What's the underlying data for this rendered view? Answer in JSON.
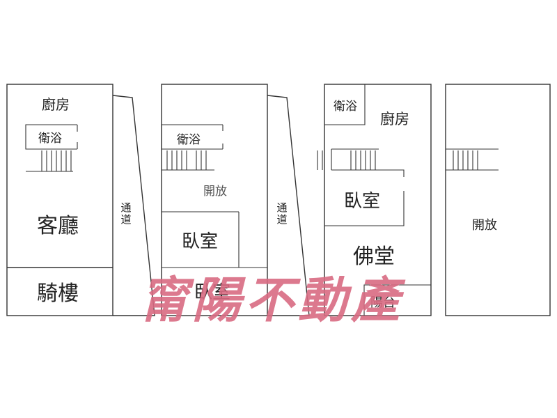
{
  "floorplan": {
    "floor1": {
      "kitchen": "廚房",
      "bathroom": "衛浴",
      "living_room": "客廳",
      "arcade": "騎樓",
      "passage": [
        "通",
        "道"
      ]
    },
    "floor2": {
      "bathroom": "衛浴",
      "open_area": "開放",
      "bedroom_1": "臥室",
      "bedroom_2": "臥室",
      "passage": [
        "通",
        "道"
      ]
    },
    "floor3": {
      "bathroom": "衛浴",
      "kitchen": "廚房",
      "bedroom": "臥室",
      "shrine_room": "佛堂",
      "balcony": "陽台"
    },
    "floor4": {
      "open_area": "開放"
    }
  },
  "watermark": "甯陽不動產",
  "colors": {
    "wall": "#333333",
    "watermark": "#d96b82"
  }
}
